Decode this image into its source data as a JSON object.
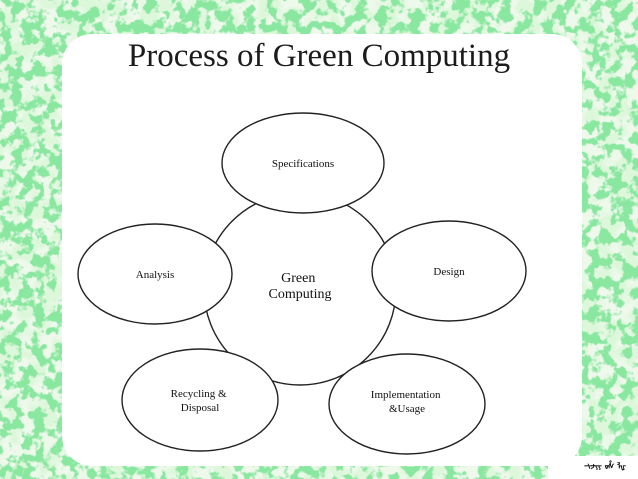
{
  "title": "Process of Green Computing",
  "diagram": {
    "center": {
      "lines": [
        "Green",
        "Computing"
      ]
    },
    "nodes": [
      {
        "id": "specifications",
        "lines": [
          "Specifications"
        ]
      },
      {
        "id": "design",
        "lines": [
          "Design"
        ]
      },
      {
        "id": "implementation",
        "lines": [
          "Implementation",
          "&Usage"
        ]
      },
      {
        "id": "recycling",
        "lines": [
          "Recycling &",
          "Disposal"
        ]
      },
      {
        "id": "analysis",
        "lines": [
          "Analysis"
        ]
      }
    ]
  },
  "colors": {
    "frame_green": "#3fcf5a",
    "frame_light": "#b9efb4",
    "stroke": "#222222",
    "background": "#ffffff"
  }
}
